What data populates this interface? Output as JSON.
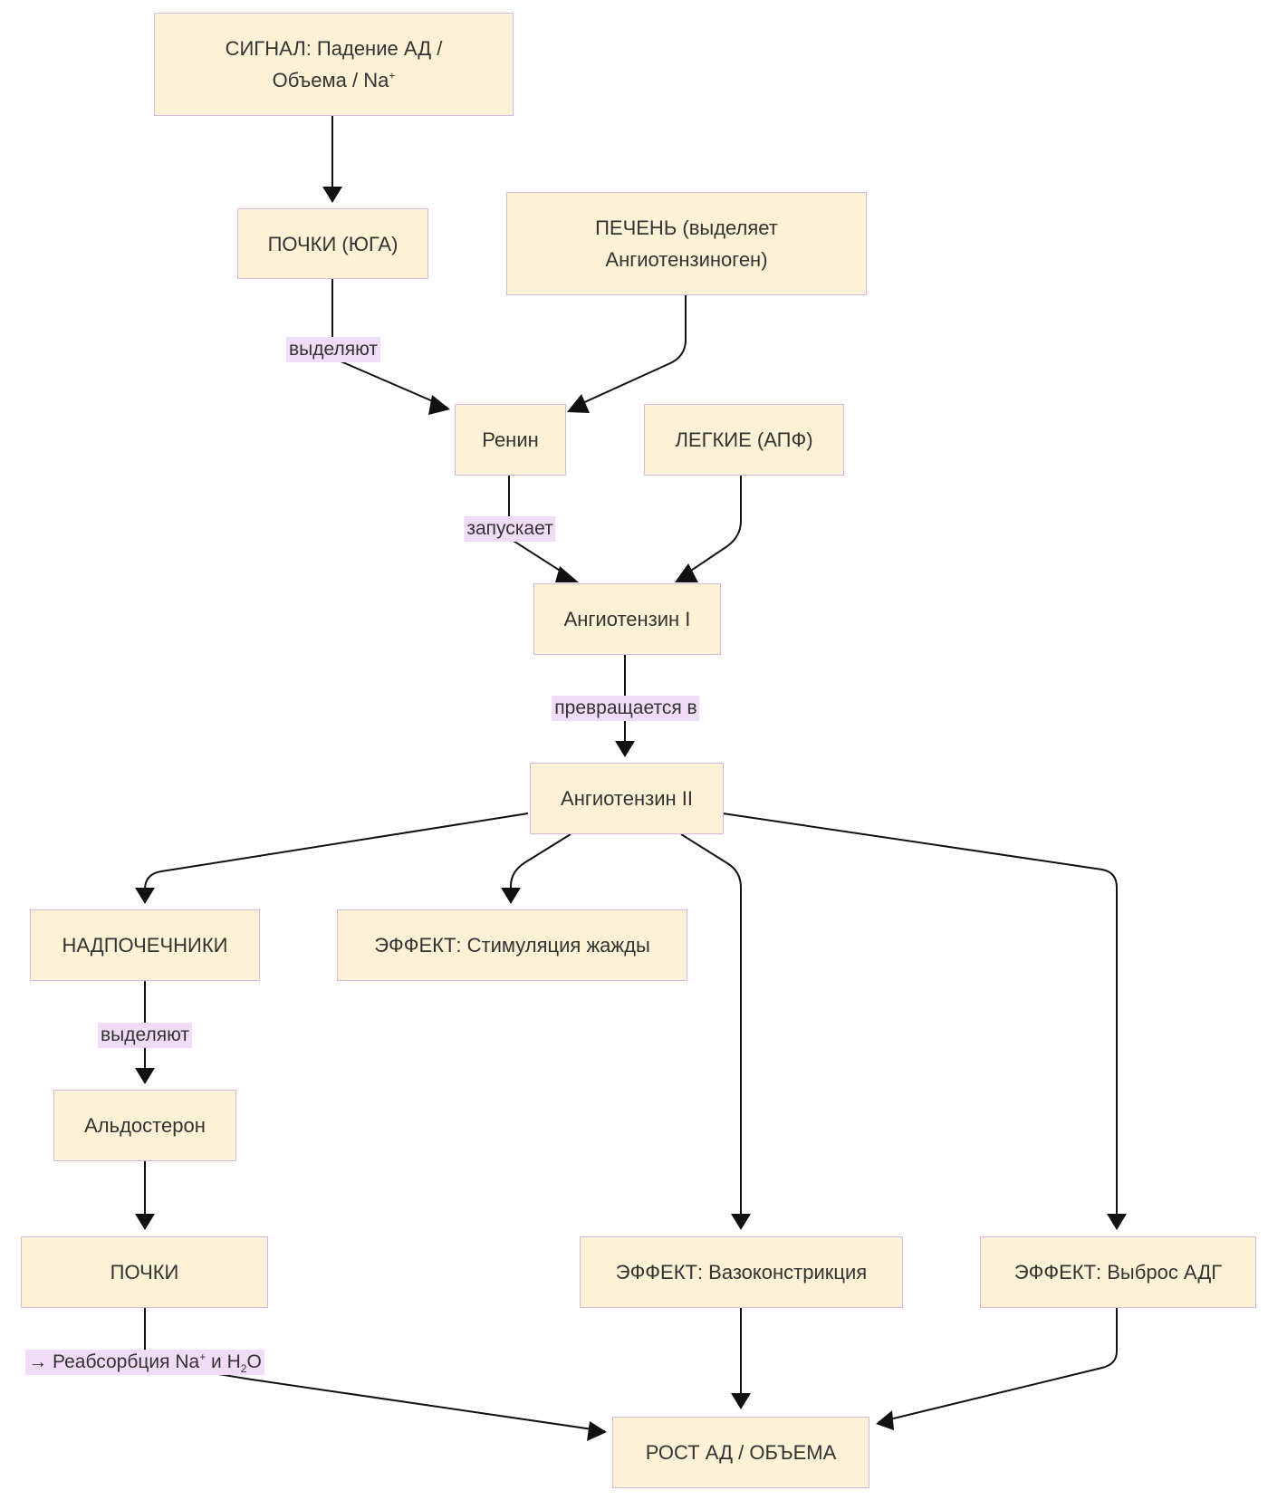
{
  "nodes": {
    "signal": {
      "line1": "СИГНАЛ: Падение АД /",
      "line2": "Объема / Na",
      "sup": "+"
    },
    "kidneys_jga": "ПОЧКИ (ЮГА)",
    "liver": {
      "line1": "ПЕЧЕНЬ (выделяет",
      "line2": "Ангиотензиноген)"
    },
    "renin": "Ренин",
    "lungs": "ЛЕГКИЕ (АПФ)",
    "angiotensin1": "Ангиотензин I",
    "angiotensin2": "Ангиотензин II",
    "adrenals": "НАДПОЧЕЧНИКИ",
    "thirst": "ЭФФЕКТ: Стимуляция жажды",
    "aldosterone": "Альдостерон",
    "kidneys": "ПОЧКИ",
    "vasoconstriction": "ЭФФЕКТ: Вазоконстрикция",
    "adh": "ЭФФЕКТ: Выброс АДГ",
    "result": "РОСТ АД / ОБЪЕМА"
  },
  "edge_labels": {
    "kidneys_jga_renin": "выделяют",
    "renin_angiotensin1": "запускает",
    "angiotensin1_angiotensin2": "превращается в",
    "adrenals_aldosterone": "выделяют",
    "kidneys_result": {
      "part1": "→ Реабсорбция Na",
      "sup": "+",
      "part2": " и H",
      "sub": "2",
      "part3": "O"
    }
  },
  "colors": {
    "node_fill": "#fef2d6",
    "node_border": "#d8b8e0",
    "label_bg": "#f0dcf6",
    "edge": "#111111"
  }
}
